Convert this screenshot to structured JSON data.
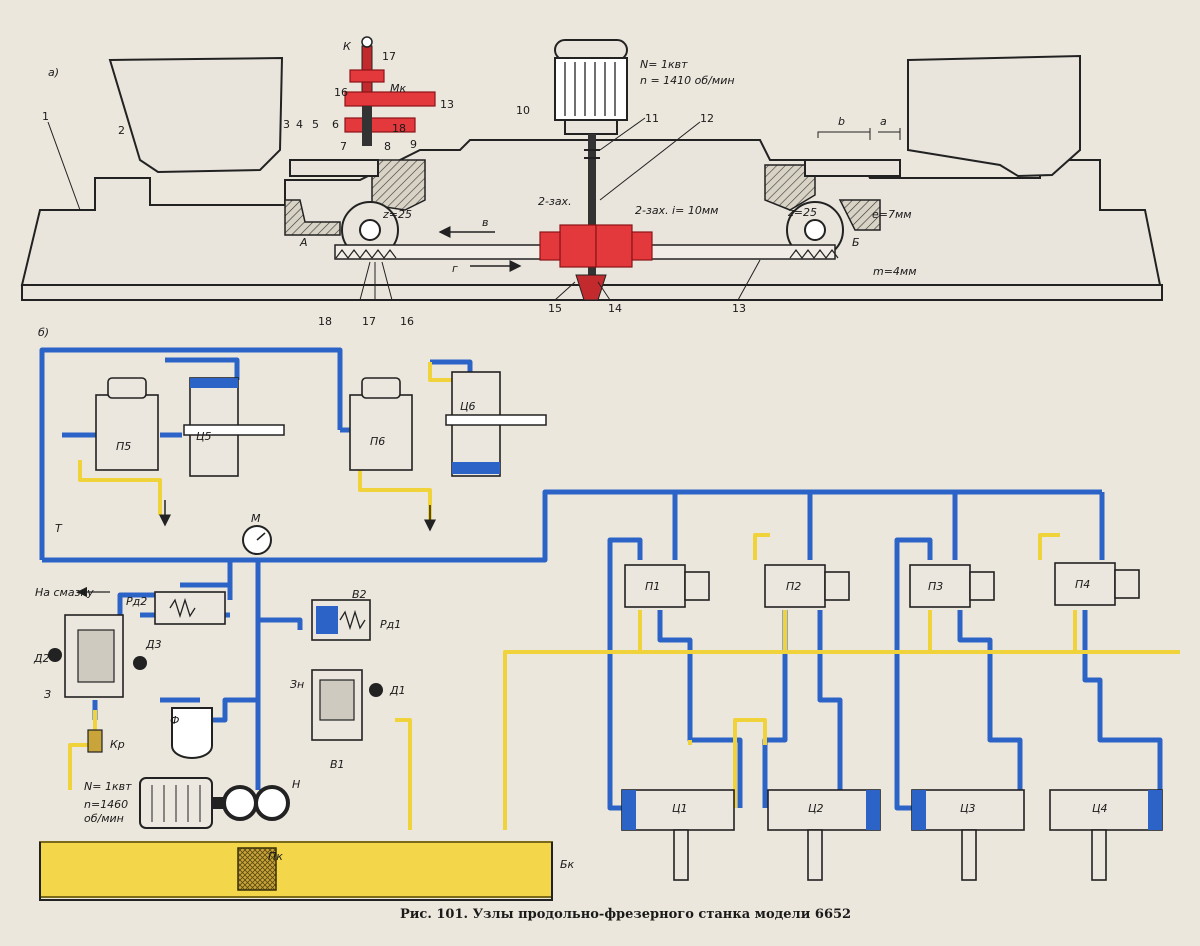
{
  "section_a": {
    "label": "а)",
    "motor_power": "N= 1квт",
    "motor_speed": "n = 1410 об/мин",
    "worm_left": "2-зах.",
    "worm_right": "2-зах. i= 10мм",
    "gear_left": "z=25",
    "gear_right": "z=25",
    "module": "m=4мм",
    "e_dim": "e=7мм",
    "dim_b": "b",
    "dim_a": "a",
    "point_A": "А",
    "point_B": "Б",
    "arrow_v": "в",
    "arrow_g": "г",
    "key_K": "К",
    "clutch_Mk": "Мк",
    "parts": {
      "p1": "1",
      "p2": "2",
      "p3": "3",
      "p4": "4",
      "p5": "5",
      "p6": "6",
      "p7": "7",
      "p8": "8",
      "p9": "9",
      "p10": "10",
      "p11": "11",
      "p12": "12",
      "p13a": "13",
      "p13b": "13",
      "p14": "14",
      "p15": "15",
      "p16a": "16",
      "p16b": "16",
      "p17a": "17",
      "p17b": "17",
      "p18a": "18",
      "p18b": "18"
    }
  },
  "section_b": {
    "label": "б)",
    "tank_T": "Т",
    "manometer": "М",
    "lube_label": "На смазку",
    "Rd2": "Рд2",
    "Rd1": "Рд1",
    "V2": "В2",
    "V1": "В1",
    "D1": "Д1",
    "D2": "Д2",
    "D3": "Д3",
    "Z": "З",
    "Zn": "Зн",
    "F": "Ф",
    "Kr": "Кр",
    "H": "Н",
    "Pk": "Пк",
    "Bk": "Бк",
    "motor_power": "N= 1квт",
    "motor_speed_1": "n=1460",
    "motor_speed_2": "об/мин",
    "valves_top": [
      "П5",
      "П6"
    ],
    "cylinders_top": [
      "Ц5",
      "Ц6"
    ],
    "valves": [
      "П1",
      "П2",
      "П3",
      "П4"
    ],
    "cylinders": [
      "Ц1",
      "Ц2",
      "Ц3",
      "Ц4"
    ]
  },
  "caption": "Рис. 101. Узлы продольно-фрезерного станка модели 6652",
  "colors": {
    "pressure_line": "#2b63c6",
    "drain_line": "#f0d23a",
    "kinematic_highlight": "#e3393d",
    "oil": "#f3d64a"
  }
}
